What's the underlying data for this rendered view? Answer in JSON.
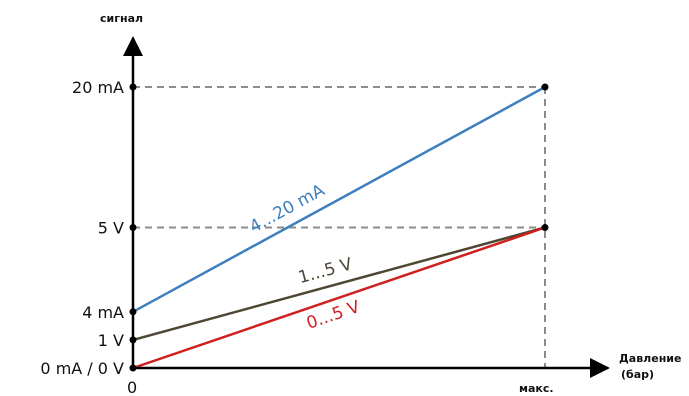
{
  "chart_data": {
    "type": "line",
    "ylabel": "сигнал",
    "xlabel": "Давление (бар)",
    "x_ticks": [
      "0",
      "макс."
    ],
    "y_ticks": [
      {
        "label": "0 mA / 0 V",
        "level": 0
      },
      {
        "label": "1 V",
        "level": 0.1
      },
      {
        "label": "4 mA",
        "level": 0.2
      },
      {
        "label": "5 V",
        "level": 0.5
      },
      {
        "label": "20 mA",
        "level": 1
      }
    ],
    "series": [
      {
        "name": "4...20 mA",
        "color": "#3f7fbf",
        "x": [
          0,
          1
        ],
        "y": [
          0.2,
          1
        ]
      },
      {
        "name": "1...5 V",
        "color": "#4d4633",
        "x": [
          0,
          1
        ],
        "y": [
          0.1,
          0.5
        ]
      },
      {
        "name": "0...5 V",
        "color": "#d01f1f",
        "x": [
          0,
          1
        ],
        "y": [
          0,
          0.5
        ]
      }
    ],
    "guides": [
      {
        "level": 1,
        "style": "dashed"
      },
      {
        "level": 0.5,
        "style": "dashed"
      }
    ],
    "grid": false
  }
}
